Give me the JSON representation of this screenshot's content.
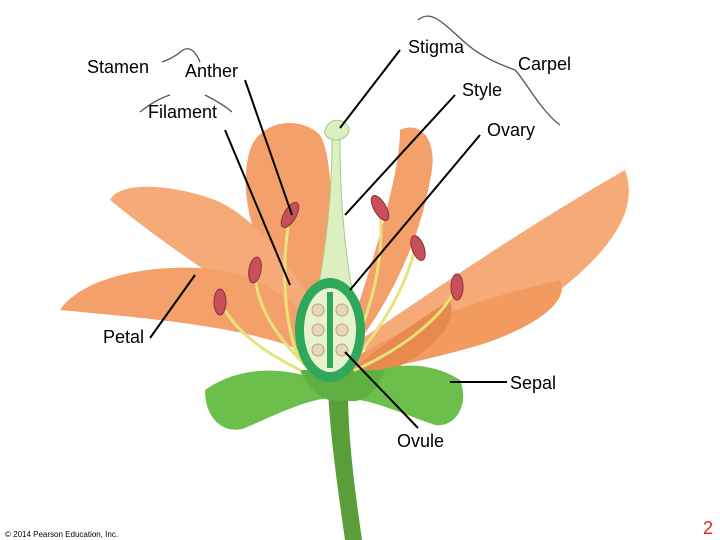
{
  "diagram": {
    "labels": {
      "stamen": "Stamen",
      "anther": "Anther",
      "filament": "Filament",
      "stigma": "Stigma",
      "carpel": "Carpel",
      "style": "Style",
      "ovary": "Ovary",
      "petal": "Petal",
      "sepal": "Sepal",
      "ovule": "Ovule"
    },
    "colors": {
      "petal": "#f3a06a",
      "petal_dark": "#e07a3e",
      "sepal": "#6cbf4a",
      "stem": "#5a9e3a",
      "ovary_wall": "#2fa85a",
      "ovary_inner": "#e9f2cf",
      "ovule": "#e6d6b8",
      "anther": "#c8505a",
      "filament": "#e8e27a",
      "style": "#dcefc0",
      "leader_line": "#000000"
    }
  },
  "footer": {
    "copyright": "© 2014 Pearson Education, Inc.",
    "slide_number": "2"
  }
}
